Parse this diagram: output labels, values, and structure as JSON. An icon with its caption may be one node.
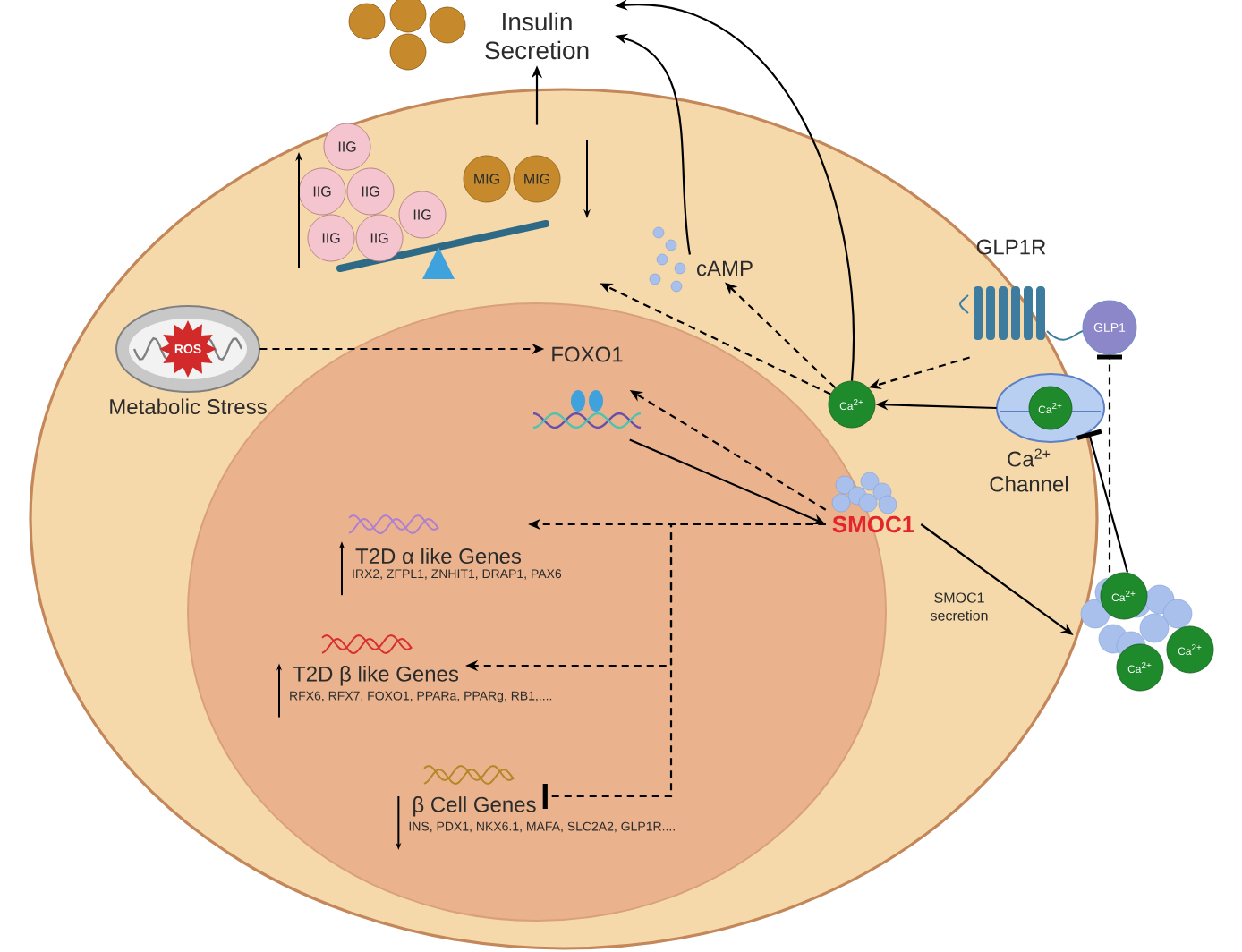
{
  "diagram": {
    "nodes": [
      {
        "text": [],
        "shape": "ellipse"
      },
      {
        "text": [],
        "shape": "ellipse",
        "in": 0
      },
      {
        "text": [
          "Insulin Secretion"
        ]
      },
      {
        "text": [],
        "shape": "picture",
        "in": 0
      },
      {
        "text": [
          "cAMP"
        ],
        "in": 0
      },
      {
        "text": [
          "GLP1R"
        ]
      },
      {
        "text": [
          "GLP1"
        ]
      },
      {
        "text": [
          "Ca$^{2+}$",
          "Ca$^{2+}$ Channel"
        ],
        "in": 0
      },
      {
        "text": [
          "Ca$^{2+}$"
        ],
        "in": 0
      },
      {
        "text": [
          "ROS",
          "Metabolic Stress"
        ],
        "in": 0
      },
      {
        "text": [
          "FOXO1"
        ],
        "in": 1
      },
      {
        "text": [
          "SMOC1"
        ],
        "in": 0
      },
      {
        "text": [
          "T2D α like Genes"
        ],
        "beside": [
          "IRX2, ZFPL1, ZNHIT1, DRAP1, PAX6"
        ],
        "in": 1
      },
      {
        "text": [
          "T2D β like Genes"
        ],
        "beside": [
          "RFX6, RFX7, FOXO1, PPARa, PPARg, RB1,...."
        ],
        "in": 1
      },
      {
        "text": [
          "β Cell Genes"
        ],
        "beside": [
          "INS, PDX1, NKX6.1, MAFA, SLC2A2, GLP1R...."
        ],
        "in": 1
      },
      {
        "text": [
          "Ca$^{2+}$",
          "Ca$^{2+}$",
          "Ca$^{2+}$"
        ]
      }
    ],
    "edges": [
      {
        "from": 3,
        "to": 2,
        "arrow": "to"
      },
      {
        "from": 4,
        "to": 2,
        "arrow": "to"
      },
      {
        "from": 8,
        "to": 2,
        "arrow": "to"
      },
      {
        "from": 8,
        "to": 4,
        "arrow": "to",
        "style": "dashed"
      },
      {
        "from": 8,
        "to": 3,
        "arrow": "to",
        "style": "dashed"
      },
      {
        "from": 5,
        "to": 8,
        "arrow": "to",
        "style": "dashed"
      },
      {
        "from": 7,
        "to": 8,
        "arrow": "to"
      },
      {
        "from": 15,
        "to": 6,
        "arrow": "other",
        "style": "dashed"
      },
      {
        "from": 15,
        "to": 7,
        "arrow": "other"
      },
      {
        "from": 9,
        "to": 10,
        "arrow": "to",
        "style": "dashed"
      },
      {
        "from": 11,
        "to": 10,
        "arrow": "to",
        "style": "dashed"
      },
      {
        "from": 10,
        "to": 11,
        "arrow": "to"
      },
      {
        "from": 11,
        "to": 12,
        "arrow": "to",
        "style": "dashed"
      },
      {
        "from": 11,
        "to": 13,
        "arrow": "to",
        "style": "dashed"
      },
      {
        "from": 11,
        "to": 14,
        "arrow": "other",
        "style": "dashed"
      },
      {
        "from": 11,
        "to": 15,
        "arrow": "to",
        "label": "SMOC1 secretion"
      }
    ],
    "labels": [
      "IIG",
      "IIG",
      "IIG",
      "IIG",
      "IIG",
      "IIG",
      "MIG",
      "MIG"
    ]
  }
}
